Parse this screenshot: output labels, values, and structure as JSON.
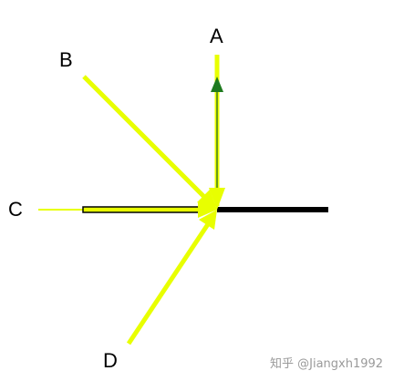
{
  "diagram": {
    "labels": {
      "a": "A",
      "b": "B",
      "c": "C",
      "d": "D"
    },
    "watermark": "知乎 @Jiangxh1992",
    "colors": {
      "ray": "#e8ff00",
      "ray_outline": "#7a8a00",
      "arrow_head": "#1e7a1e",
      "bar": "#000000",
      "background": "#ffffff"
    }
  }
}
